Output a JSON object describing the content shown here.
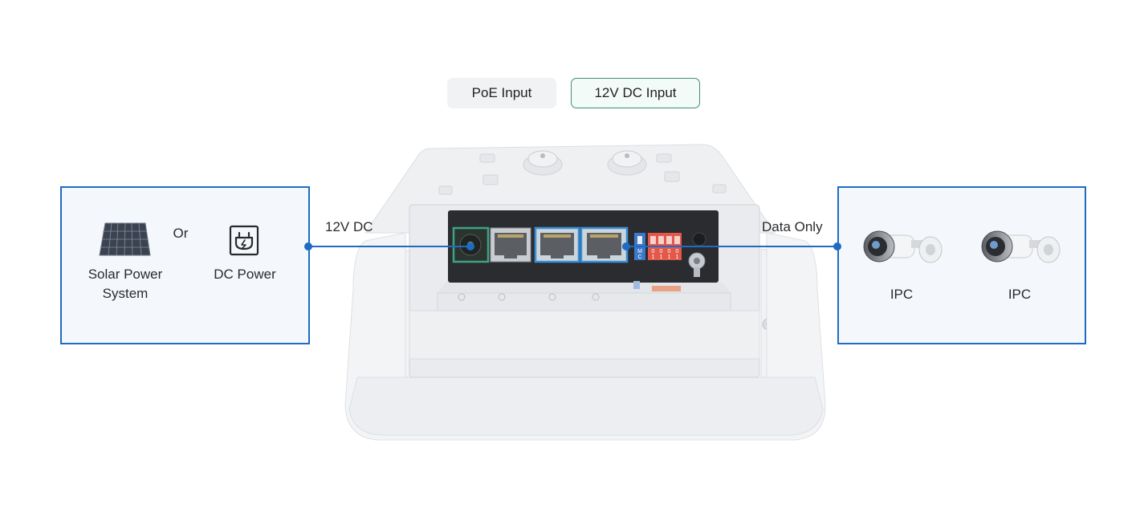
{
  "tabs": [
    {
      "label": "PoE Input",
      "active": false
    },
    {
      "label": "12V DC Input",
      "active": true
    }
  ],
  "power_sources": {
    "solar_label": "Solar Power System",
    "solar_line1": "Solar Power",
    "solar_line2": "System",
    "or_label": "Or",
    "dc_label": "DC Power"
  },
  "connections": {
    "left_label": "12V DC",
    "right_label": "Data Only"
  },
  "cameras": [
    {
      "label": "IPC"
    },
    {
      "label": "IPC"
    }
  ],
  "device_panel_text": {
    "dip_left": "M\nC",
    "dip_digits": [
      "0",
      "0",
      "0",
      "0"
    ],
    "dip_ones": [
      "1",
      "1",
      "1",
      "1"
    ]
  },
  "colors": {
    "accent_blue": "#1f6bc4",
    "panel_fill": "#f4f8fd",
    "active_tab_border": "#3f8f76",
    "dc_port_highlight": "#3fa283",
    "rj45_highlight": "#3a8fd6",
    "dip_red": "#e4584a",
    "dip_blue": "#3c78c8"
  },
  "icons": [
    "solar-panel-icon",
    "dc-plug-icon",
    "bullet-camera-icon"
  ]
}
